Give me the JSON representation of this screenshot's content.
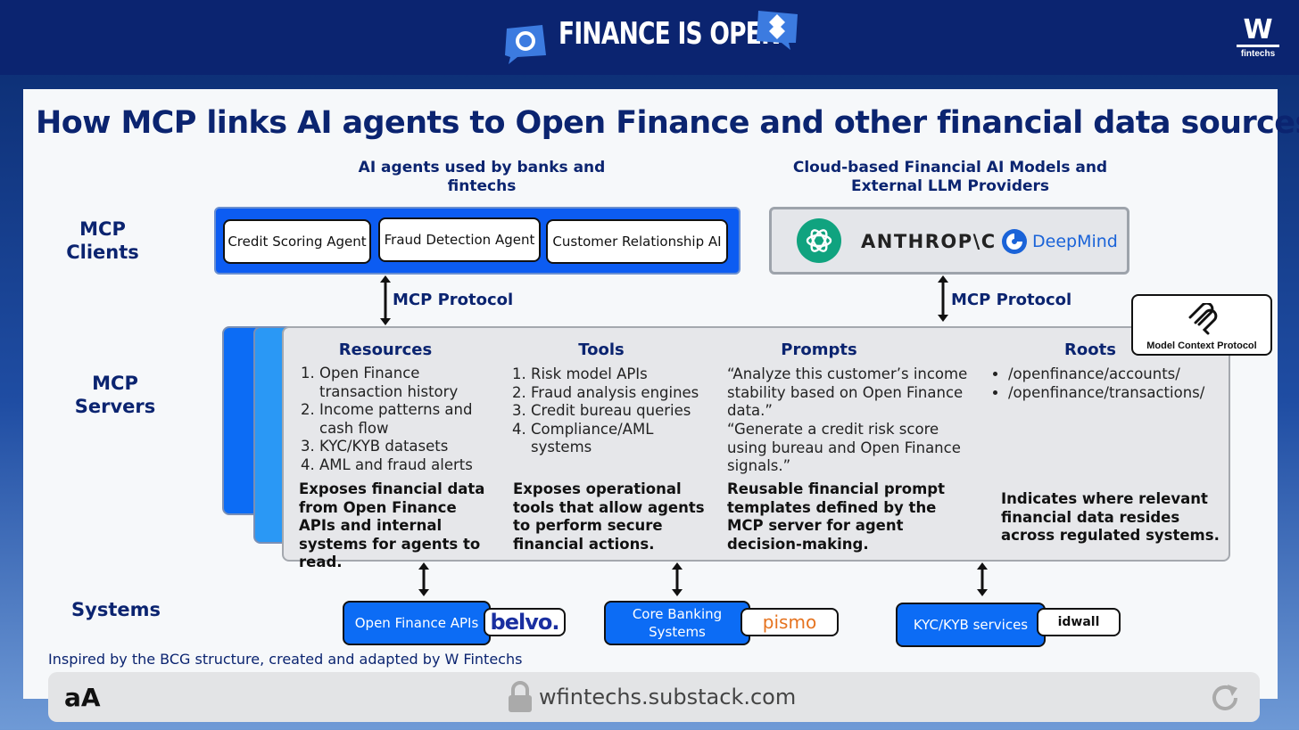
{
  "header": {
    "brand_title": "FINANCE IS OPEN",
    "logo_w": "W",
    "logo_caption": "fintechs"
  },
  "title": "How MCP links AI agents to Open Finance and other financial data sources",
  "row_labels": {
    "clients": "MCP Clients",
    "servers": "MCP Servers",
    "systems": "Systems"
  },
  "clients": {
    "agents_title": "AI agents used by banks and fintechs",
    "agents": [
      "Credit Scoring Agent",
      "Fraud Detection Agent",
      "Customer Relationship AI"
    ],
    "llm_title": "Cloud-based Financial AI Models and External LLM Providers",
    "providers": [
      "ANTHROP\\C",
      "DeepMind"
    ]
  },
  "protocol_label": "MCP Protocol",
  "mcp_logo_label": "Model Context Protocol",
  "servers": {
    "resources": {
      "heading": "Resources",
      "items": [
        "Open Finance transaction history",
        "Income patterns and cash flow",
        "KYC/KYB datasets",
        "AML and fraud alerts"
      ],
      "description": "Exposes financial data from Open Finance APIs and internal systems for agents to read."
    },
    "tools": {
      "heading": "Tools",
      "items": [
        "Risk model APIs",
        "Fraud analysis engines",
        "Credit bureau queries",
        "Compliance/AML systems"
      ],
      "description": "Exposes operational tools that allow agents to perform secure financial actions."
    },
    "prompts": {
      "heading": "Prompts",
      "items": [
        "“Analyze this customer’s income stability based on Open Finance data.”",
        "“Generate a credit risk score using bureau and Open Finance signals.”"
      ],
      "description": "Reusable financial prompt templates defined by the MCP server for agent decision-making."
    },
    "roots": {
      "heading": "Roots",
      "items": [
        "/openfinance/accounts/",
        "/openfinance/transactions/"
      ],
      "description": "Indicates where relevant financial data resides across regulated systems."
    }
  },
  "systems": [
    {
      "label": "Open Finance APIs",
      "partner": "belvo."
    },
    {
      "label": "Core Banking Systems",
      "partner": "pismo"
    },
    {
      "label": "KYC/KYB services",
      "partner": "idwall"
    }
  ],
  "credit": "Inspired by the BCG structure, created and adapted by W Fintechs",
  "browser": {
    "aa": "aA",
    "url": "wfintechs.substack.com"
  },
  "colors": {
    "navy": "#0b2470",
    "agent_blue": "#0c5cf2",
    "server_gray": "#e6e7ea",
    "openai_green": "#10a37f",
    "pismo_orange": "#e5731f"
  }
}
